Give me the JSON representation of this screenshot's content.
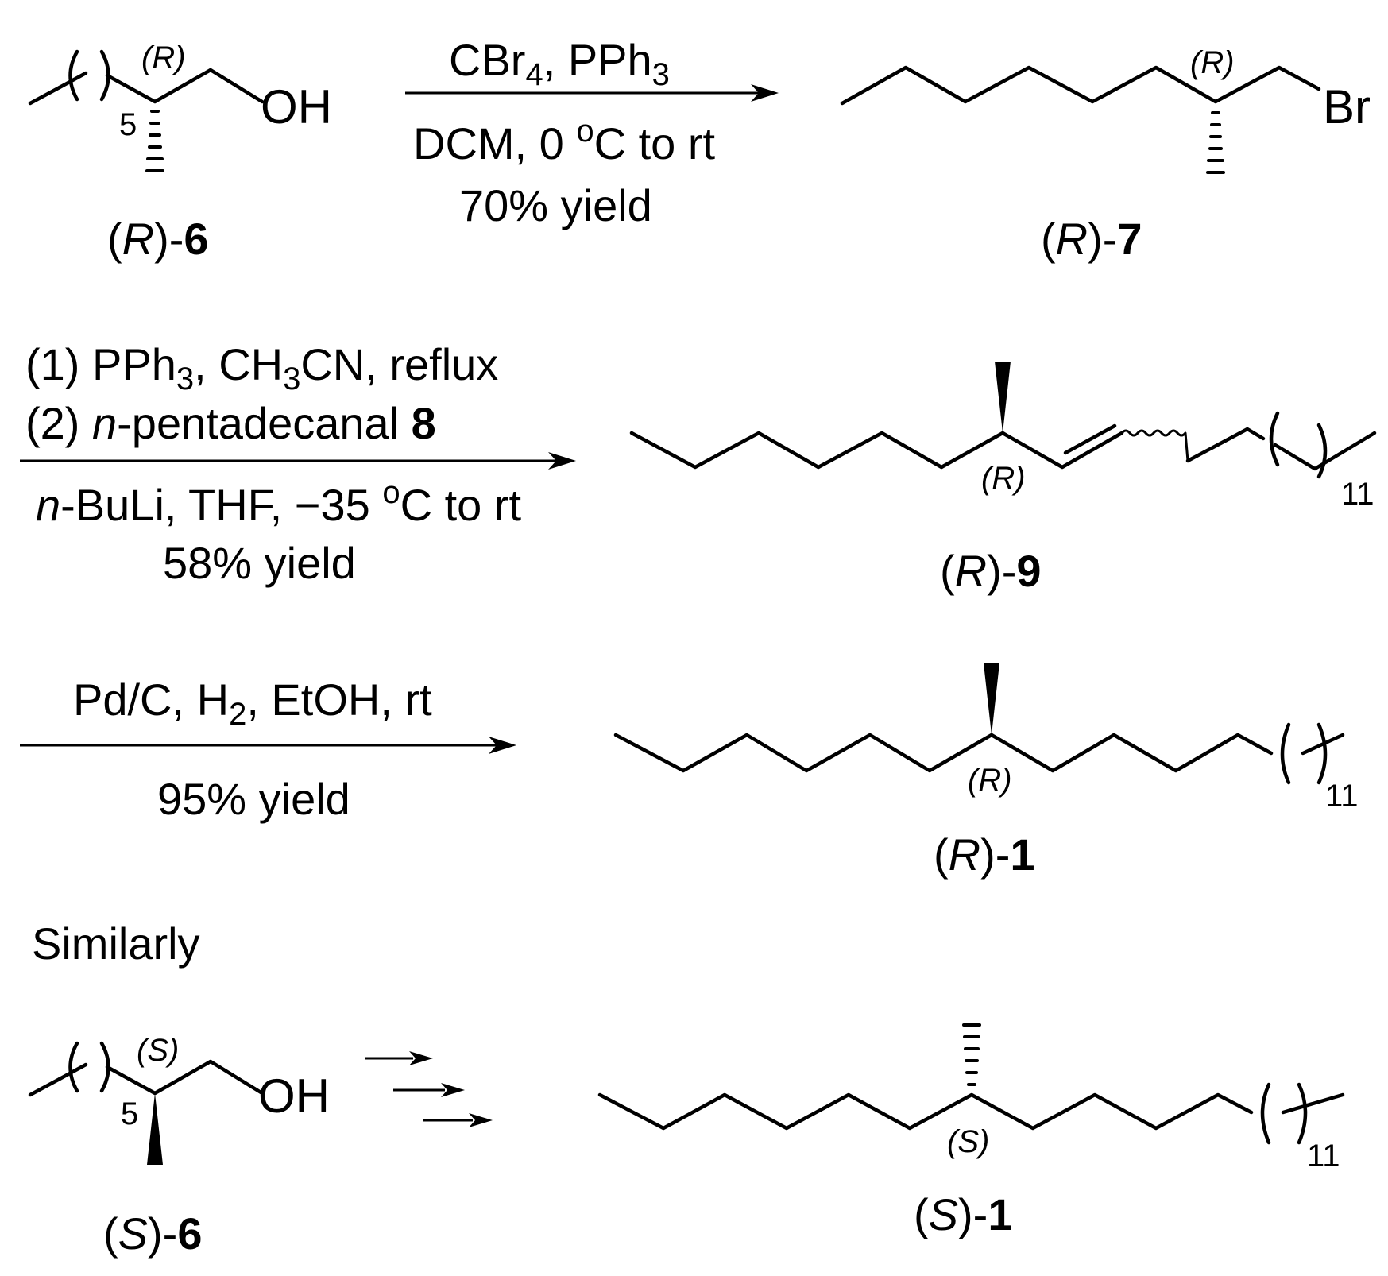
{
  "step1": {
    "reagents": {
      "cbr": "CBr",
      "sub4": "4",
      "pph": ", PPh",
      "sub3": "3"
    },
    "solvent": {
      "pre": "DCM, 0 ",
      "deg": "o",
      "post": "C to rt"
    },
    "yield": "70% yield"
  },
  "step2": {
    "line1": {
      "a": "(1) PPh",
      "sub3a": "3",
      "b": ", CH",
      "sub3b": "3",
      "c": "CN, reflux"
    },
    "line2": {
      "a": "(2) ",
      "n": "n",
      "b": "-pentadecanal ",
      "num": "8"
    },
    "line3": {
      "n": "n",
      "a": "-BuLi, THF, −35 ",
      "deg": "o",
      "b": "C to rt"
    },
    "yield": "58% yield"
  },
  "step3": {
    "reagents": {
      "a": "Pd/C, H",
      "sub2": "2",
      "b": ", EtOH, rt"
    },
    "yield": "95% yield"
  },
  "similarly": "Similarly",
  "compounds": {
    "r6": {
      "open": "(",
      "cfg": "R",
      "close": ")-",
      "num": "6"
    },
    "r7": {
      "open": "(",
      "cfg": "R",
      "close": ")-",
      "num": "7"
    },
    "r9": {
      "open": "(",
      "cfg": "R",
      "close": ")-",
      "num": "9"
    },
    "r1": {
      "open": "(",
      "cfg": "R",
      "close": ")-",
      "num": "1"
    },
    "s6": {
      "open": "(",
      "cfg": "S",
      "close": ")-",
      "num": "6"
    },
    "s1": {
      "open": "(",
      "cfg": "S",
      "close": ")-",
      "num": "1"
    }
  },
  "atoms": {
    "oh": "OH",
    "br": "Br"
  },
  "descriptors": {
    "r": "(R)",
    "s": "(S)"
  },
  "repeat_counts": {
    "five": "5",
    "eleven": "11"
  }
}
